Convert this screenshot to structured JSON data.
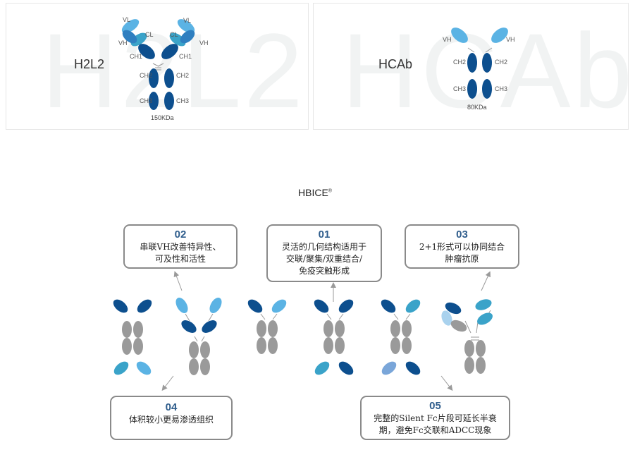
{
  "top_panels": [
    {
      "watermark": "H2L2",
      "label": "H2L2",
      "kda": "150KDa",
      "sub": {
        "vl": "VL",
        "cl": "CL",
        "vh": "VH",
        "ch1": "CH1",
        "ch2": "CH2",
        "ch3": "CH3"
      }
    },
    {
      "watermark": "HCAb",
      "label": "HCAb",
      "kda": "80KDa",
      "sub": {
        "vh": "VH",
        "ch2": "CH2",
        "ch3": "CH3"
      }
    }
  ],
  "hbice": {
    "title": "HBICE",
    "mark": "®"
  },
  "features": [
    {
      "num": "02",
      "text": "串联VH改善特异性、\n可及性和活性"
    },
    {
      "num": "01",
      "text": "灵活的几何结构适用于\n交联/聚集/双重结合/\n免疫突触形成"
    },
    {
      "num": "03",
      "text": "2+1形式可以协同结合\n肿瘤抗原"
    },
    {
      "num": "04",
      "text": "体积较小更易渗透组织"
    },
    {
      "num": "05",
      "text": "完整的Silent Fc片段可延长半衰\n期，避免Fc交联和ADCC现象"
    }
  ],
  "colors": {
    "dark": "#0d4f8e",
    "mid": "#2f7fc0",
    "light": "#5bb3e4",
    "teal": "#3aa3c9",
    "gray": "#9a9a9a",
    "pale": "#a9d2ee"
  }
}
